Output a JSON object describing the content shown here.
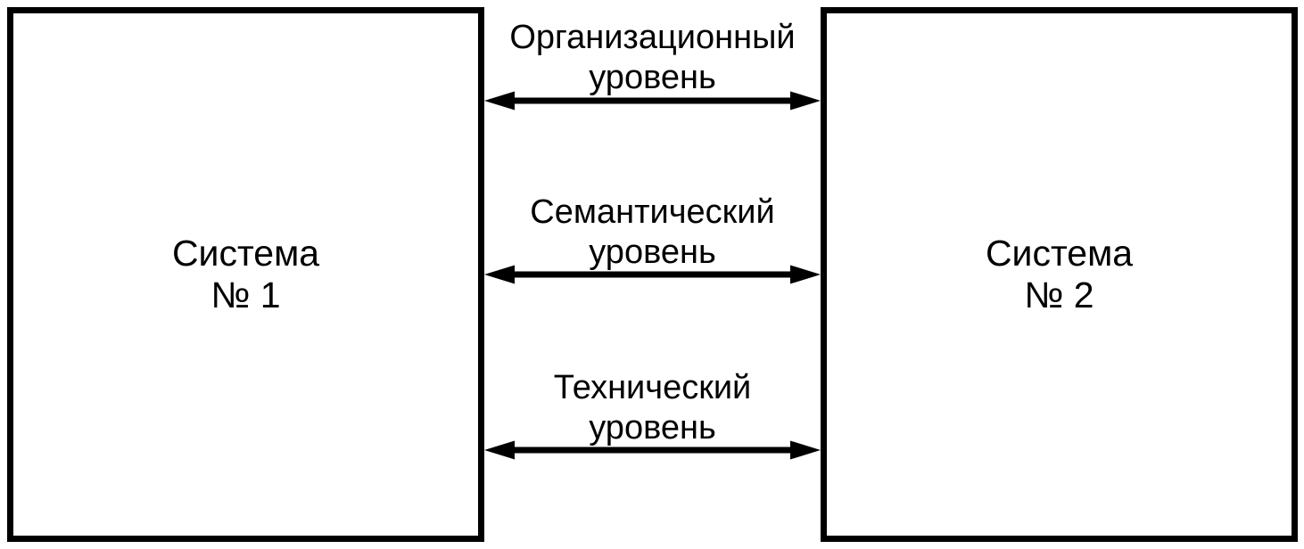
{
  "diagram": {
    "background": "#ffffff",
    "stroke_color": "#000000",
    "systems": [
      {
        "line1": "Система",
        "line2": "№ 1"
      },
      {
        "line1": "Система",
        "line2": "№ 2"
      }
    ],
    "levels": [
      {
        "line1": "Организационный",
        "line2": "уровень"
      },
      {
        "line1": "Семантический",
        "line2": "уровень"
      },
      {
        "line1": "Технический",
        "line2": "уровень"
      }
    ]
  }
}
